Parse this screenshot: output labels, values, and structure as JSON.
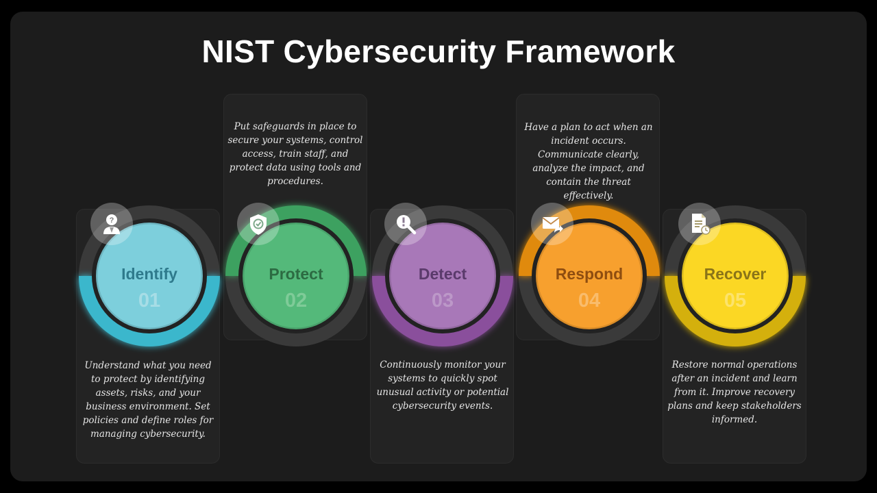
{
  "title": "NIST Cybersecurity Framework",
  "steps": [
    {
      "name": "Identify",
      "number": "01",
      "description": "Understand what you need to protect by identifying assets, risks, and your business environment. Set policies and define roles for managing cybersecurity.",
      "icon": "user-question-icon",
      "ring_color": "#3bb7cc",
      "circle_color": "#7dcfdc",
      "text_color": "#2e7a8c",
      "num_color": "#a7dde6",
      "arc": "bottom"
    },
    {
      "name": "Protect",
      "number": "02",
      "description": "Put safeguards in place to secure your systems, control access, train staff, and protect data using tools and procedures.",
      "icon": "shield-check-icon",
      "ring_color": "#3ea160",
      "circle_color": "#54b97a",
      "text_color": "#2c6b42",
      "num_color": "#7fcb98",
      "arc": "top"
    },
    {
      "name": "Detect",
      "number": "03",
      "description": "Continuously monitor your systems to quickly spot unusual activity or potential cybersecurity events.",
      "icon": "magnifier-alert-icon",
      "ring_color": "#8a4f9c",
      "circle_color": "#a878b8",
      "text_color": "#5a3a6b",
      "num_color": "#bc98c8",
      "arc": "bottom"
    },
    {
      "name": "Respond",
      "number": "04",
      "description": "Have a plan to act when an incident occurs. Communicate clearly, analyze the impact, and contain the threat effectively.",
      "icon": "mail-reply-icon",
      "ring_color": "#e08a10",
      "circle_color": "#f7a02e",
      "text_color": "#8e4d10",
      "num_color": "#f9bc6c",
      "arc": "top"
    },
    {
      "name": "Recover",
      "number": "05",
      "description": "Restore normal operations after an incident and learn from it. Improve recovery plans and keep stakeholders informed.",
      "icon": "document-restore-icon",
      "ring_color": "#d4b00a",
      "circle_color": "#fbd724",
      "text_color": "#8a7418",
      "num_color": "#fce36c",
      "arc": "bottom"
    }
  ]
}
